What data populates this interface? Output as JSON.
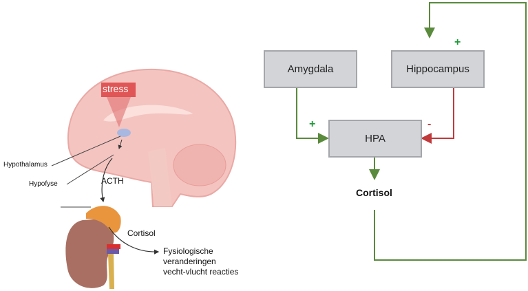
{
  "illustration": {
    "stress_label": "stress",
    "hypothalamus_label": "Hypothalamus",
    "hypofyse_label": "Hypofyse",
    "acth_label": "ACTH",
    "cortisol_label": "Cortisol",
    "effect_lines": [
      "Fysiologische",
      "veranderingen",
      "vecht-vlucht reacties"
    ]
  },
  "flowchart": {
    "amygdala": "Amygdala",
    "hippocampus": "Hippocampus",
    "hpa": "HPA",
    "cortisol": "Cortisol",
    "amygdala_sign": "+",
    "hippocampus_sign": "-",
    "feedback_sign": "+",
    "colors": {
      "positive": "#5a8a3c",
      "negative": "#c0393b",
      "plus_text": "#1f9a3a"
    }
  }
}
